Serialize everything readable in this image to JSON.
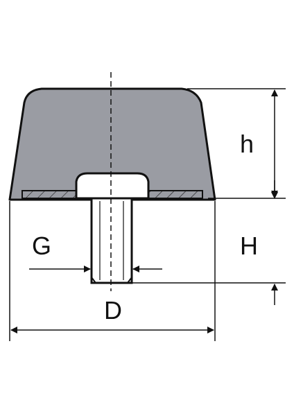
{
  "labels": {
    "h": "h",
    "H": "H",
    "G": "G",
    "D": "D"
  },
  "colors": {
    "rubber_fill": "#9a9ca3",
    "outline": "#111111",
    "plate_fill": "#ffffff",
    "background": "#ffffff"
  }
}
